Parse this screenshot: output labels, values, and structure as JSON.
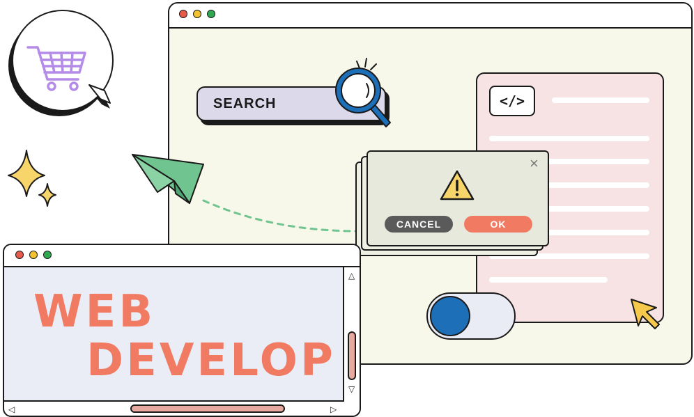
{
  "colors": {
    "outline": "#1a1a1a",
    "window_bg": "#f7f8e9",
    "search_bg": "#dcd9ea",
    "code_panel_bg": "#f7e3e3",
    "dialog_bg": "#e6e9dc",
    "cancel_bg": "#5a5a5a",
    "ok_bg": "#f07a62",
    "toggle_knob": "#1d6fb8",
    "headline": "#f07a62",
    "dot_red": "#e85b4a",
    "dot_yellow": "#f2c230",
    "dot_green": "#2fa84f",
    "cart": "#b48be8",
    "paper_plane": "#6fc48f",
    "sparkle": "#f7d56a",
    "cursor": "#f6c94c"
  },
  "search": {
    "label": "SEARCH",
    "icon": "magnifier-icon"
  },
  "code_panel": {
    "tag_label": "</>"
  },
  "dialog": {
    "warning_icon": "warning-icon",
    "close_label": "×",
    "cancel_label": "CANCEL",
    "ok_label": "OK"
  },
  "dev_window": {
    "headline_line1": "WEB",
    "headline_line2": "DEVELOP",
    "scroll_up": "△",
    "scroll_down": "▽",
    "scroll_left": "◁",
    "scroll_right": "▷"
  },
  "toggle": {
    "state": "off"
  }
}
